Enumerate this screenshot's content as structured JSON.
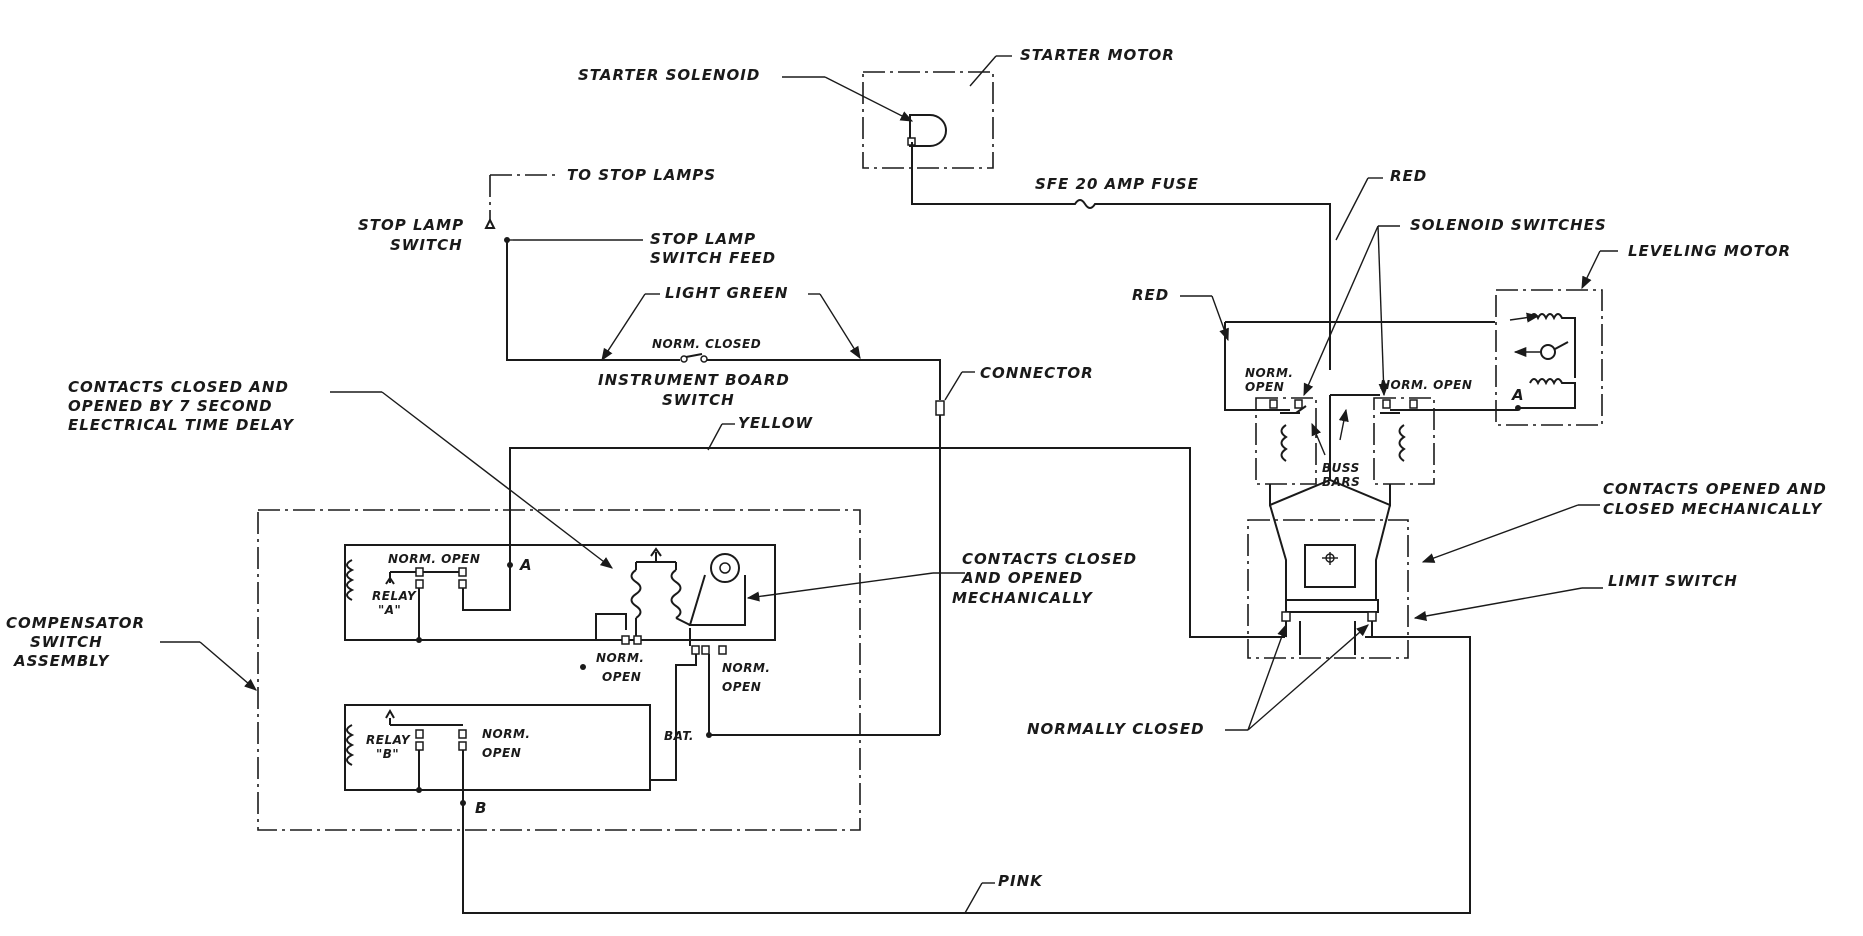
{
  "labels": {
    "starter_motor": "STARTER MOTOR",
    "starter_solenoid": "STARTER SOLENOID",
    "to_stop_lamps": "TO STOP LAMPS",
    "stop_lamp_switch_1": "STOP LAMP",
    "stop_lamp_switch_2": "SWITCH",
    "stop_lamp_feed_1": "STOP LAMP",
    "stop_lamp_feed_2": "SWITCH FEED",
    "fuse": "SFE 20 AMP FUSE",
    "red_1": "RED",
    "red_2": "RED",
    "solenoid_switches": "SOLENOID SWITCHES",
    "leveling_motor": "LEVELING MOTOR",
    "light_green": "LIGHT GREEN",
    "norm_closed": "NORM. CLOSED",
    "instrument_board_1": "INSTRUMENT BOARD",
    "instrument_board_2": "SWITCH",
    "connector": "CONNECTOR",
    "time_delay_1": "CONTACTS CLOSED AND",
    "time_delay_2": "OPENED BY 7 SECOND",
    "time_delay_3": "ELECTRICAL TIME DELAY",
    "yellow": "YELLOW",
    "sol_norm_open_1": "NORM.",
    "sol_norm_open_2": "OPEN",
    "sol_norm_open_3": "NORM. OPEN",
    "terminal_a_right": "A",
    "buss_bars_1": "BUSS",
    "buss_bars_2": "BARS",
    "contacts_opened_1": "CONTACTS OPENED AND",
    "contacts_opened_2": "CLOSED MECHANICALLY",
    "limit_switch": "LIMIT SWITCH",
    "normally_closed": "NORMALLY CLOSED",
    "pink": "PINK",
    "compensator_1": "COMPENSATOR",
    "compensator_2": "SWITCH",
    "compensator_3": "ASSEMBLY",
    "relay_a_norm_open": "NORM. OPEN",
    "terminal_a": "A",
    "relay_a_1": "RELAY",
    "relay_a_2": "\"A\"",
    "contacts_mech_1": "CONTACTS CLOSED",
    "contacts_mech_2": "AND OPENED",
    "contacts_mech_3": "MECHANICALLY",
    "center_norm_1": "NORM.",
    "center_norm_2": "OPEN",
    "right_norm_1": "NORM.",
    "right_norm_2": "OPEN",
    "bat": "BAT.",
    "relay_b_1": "RELAY",
    "relay_b_2": "\"B\"",
    "relay_b_norm_1": "NORM.",
    "relay_b_norm_2": "OPEN",
    "terminal_b": "B"
  }
}
